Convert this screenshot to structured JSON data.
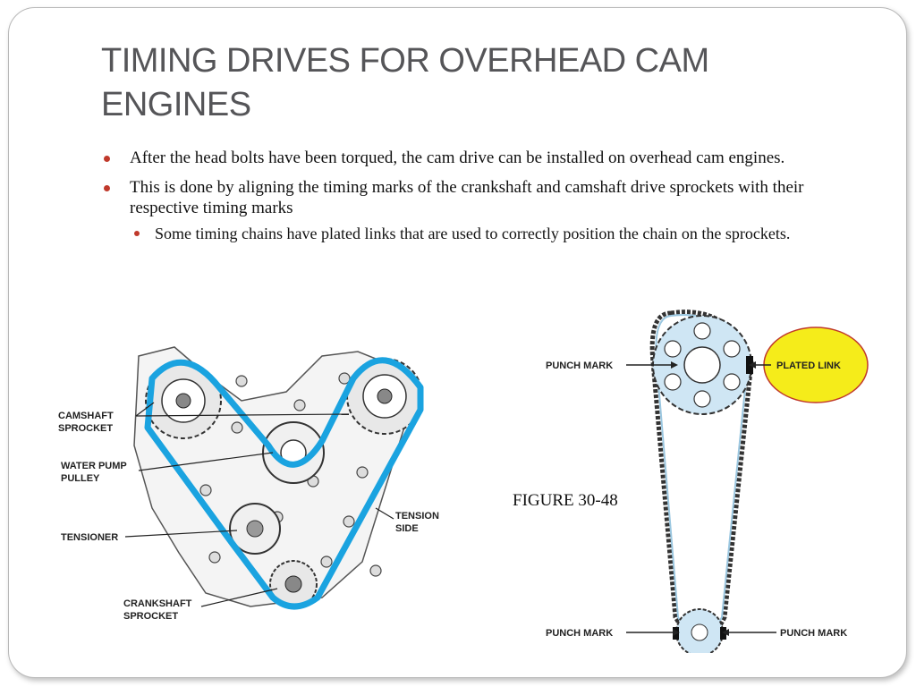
{
  "slide": {
    "title_line1": "TIMING DRIVES FOR OVERHEAD CAM",
    "title_line2": "ENGINES",
    "bullets": [
      "After the head bolts have been torqued, the cam drive can be installed on overhead cam engines.",
      "This is done by aligning the timing marks of the crankshaft and camshaft drive sprockets with their respective timing marks"
    ],
    "sub_bullet": "Some timing chains have plated links that are used to correctly position the chain on the sprockets.",
    "accent_color": "#c0392b"
  },
  "figure_left": {
    "labels": {
      "camshaft_1": "CAMSHAFT",
      "camshaft_2": "SPROCKET",
      "water_pump_1": "WATER PUMP",
      "water_pump_2": "PULLEY",
      "tensioner": "TENSIONER",
      "crank_1": "CRANKSHAFT",
      "crank_2": "SPROCKET",
      "tension_1": "TENSION",
      "tension_2": "SIDE"
    },
    "belt_color": "#1aa3e0"
  },
  "figure_right": {
    "labels": {
      "punch_mark_top": "PUNCH MARK",
      "plated_link": "PLATED LINK",
      "punch_mark_bottom_left": "PUNCH MARK",
      "punch_mark_bottom_right": "PUNCH MARK"
    },
    "highlight_color": "#f5ec1a",
    "sprocket_color": "#cfe6f4"
  },
  "caption": "FIGURE 30-48"
}
